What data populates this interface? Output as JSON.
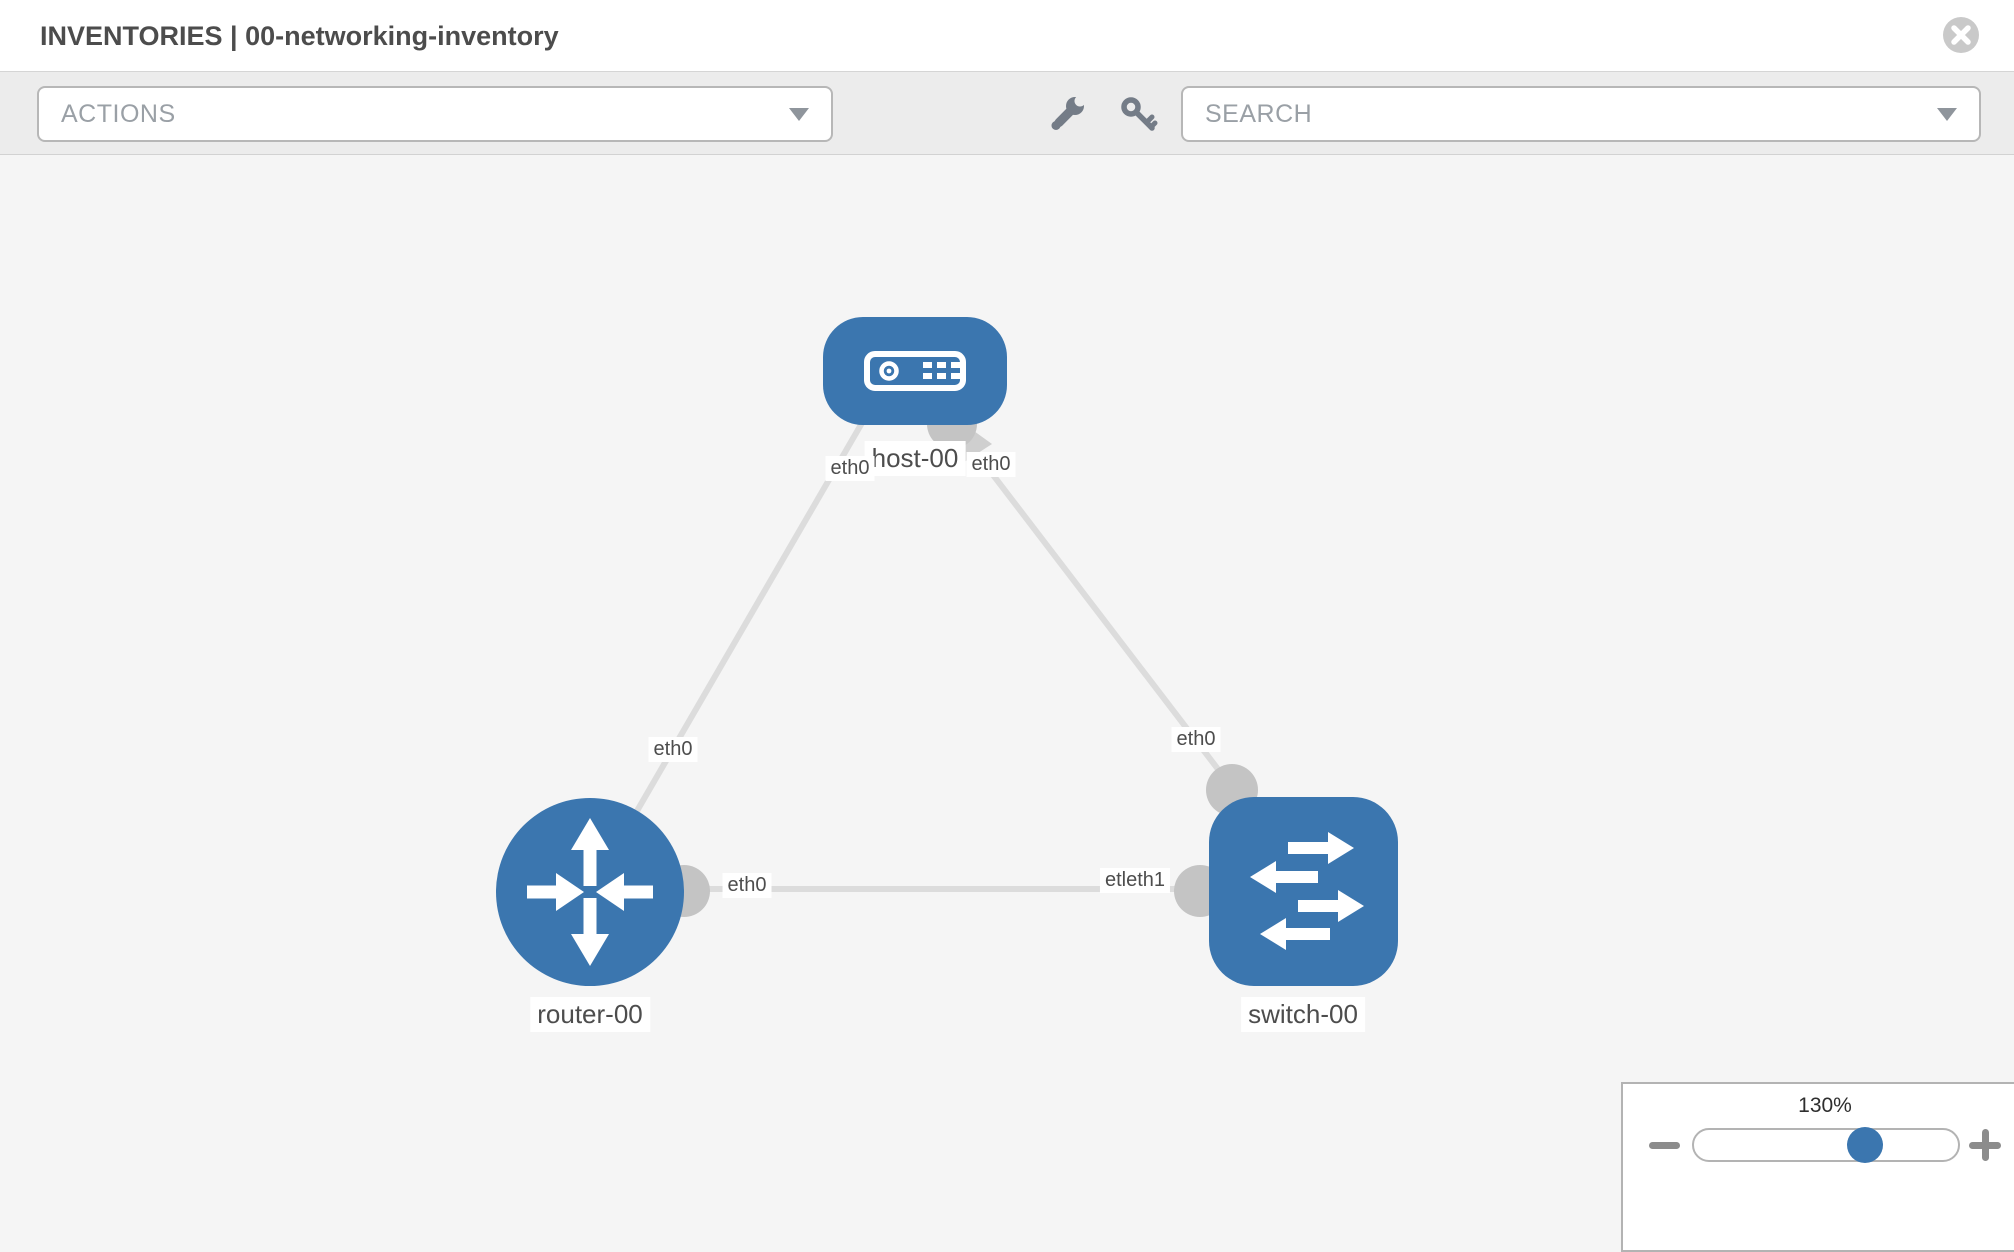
{
  "header": {
    "title": "INVENTORIES | 00-networking-inventory",
    "close_icon": "close"
  },
  "toolbar": {
    "actions_label": "ACTIONS",
    "search_label": "SEARCH",
    "icons": [
      "wrench",
      "key"
    ]
  },
  "topology": {
    "nodes": [
      {
        "id": "host-00",
        "type": "host",
        "label": "host-00"
      },
      {
        "id": "router-00",
        "type": "router",
        "label": "router-00"
      },
      {
        "id": "switch-00",
        "type": "switch",
        "label": "switch-00"
      }
    ],
    "edges": [
      {
        "from": "host-00",
        "from_if": "eth0",
        "to": "router-00",
        "to_if": "eth0"
      },
      {
        "from": "host-00",
        "from_if": "eth0",
        "to": "switch-00",
        "to_if": "eth0"
      },
      {
        "from": "router-00",
        "from_if": "eth0",
        "to": "switch-00",
        "to_if": "eth1"
      }
    ],
    "labels": {
      "host": "host-00",
      "router": "router-00",
      "switch": "switch-00",
      "host_if_left": "eth0",
      "host_if_right": "eth0",
      "edge_host_router_mid": "eth0",
      "edge_host_switch_mid": "eth0",
      "router_if_right": "eth0",
      "switch_if_left": "etleth1"
    }
  },
  "zoom_control": {
    "value": "130%"
  },
  "colors": {
    "node_blue": "#3B76AF",
    "edge_gray": "#DCDCDC",
    "endpoint_gray": "#C4C4C4",
    "toolbar_bg": "#ECECEC",
    "canvas_bg": "#F5F5F5"
  }
}
